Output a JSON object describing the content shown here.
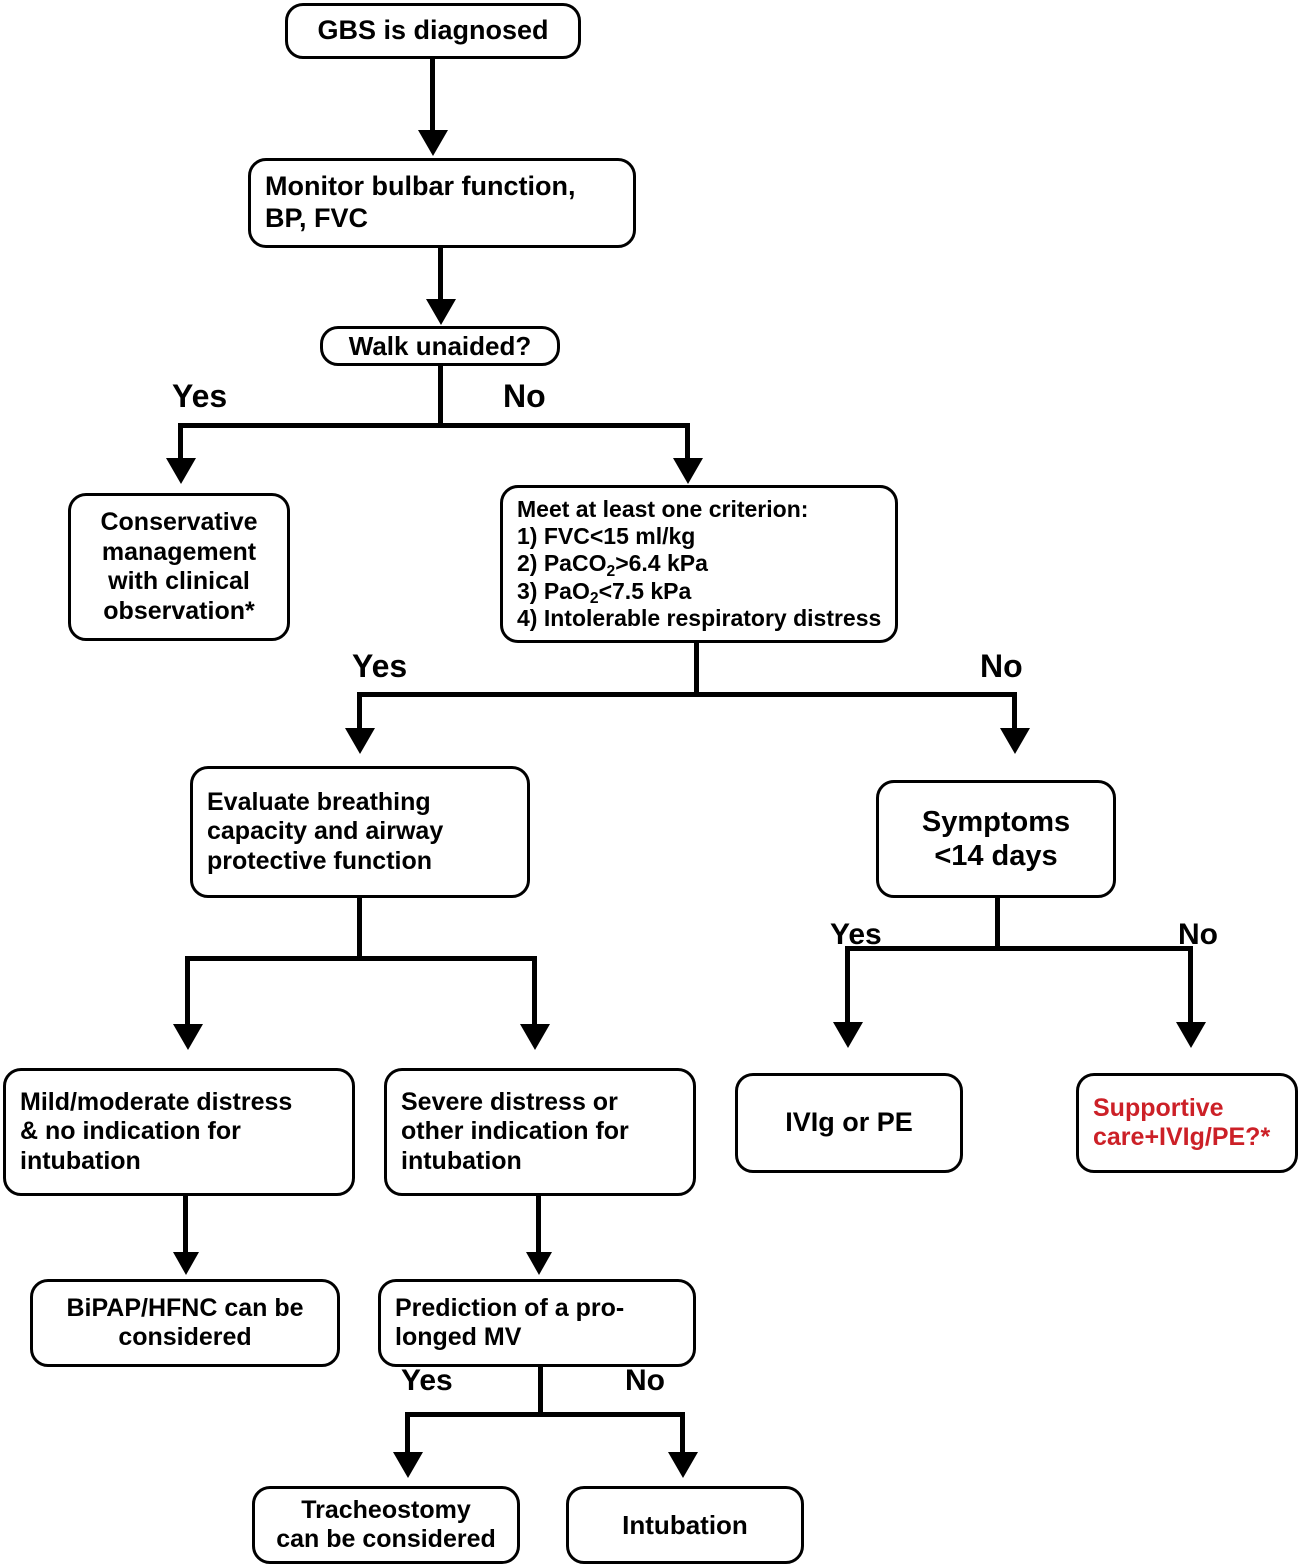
{
  "diagram": {
    "title": "GBS respiratory management decision flowchart",
    "colors": {
      "stroke": "#000000",
      "background": "#ffffff",
      "text": "#000000",
      "highlight_red": "#CC2027"
    },
    "nodes": {
      "gbs_diagnosed": "GBS is diagnosed",
      "monitor": "Monitor bulbar function,\nBP, FVC",
      "walk_unaided": "Walk unaided?",
      "conservative": "Conservative\nmanagement\nwith clinical\nobservation*",
      "criteria_heading": "Meet at least one criterion:",
      "criteria_1": "1) FVC<15 ml/kg",
      "criteria_2_pre": "2) PaCO",
      "criteria_2_sub": "2",
      "criteria_2_post": ">6.4 kPa",
      "criteria_3_pre": "3) PaO",
      "criteria_3_sub": "2",
      "criteria_3_post": "<7.5 kPa",
      "criteria_4": "4) Intolerable respiratory distress",
      "evaluate_breathing": "Evaluate breathing\ncapacity and airway\nprotective function",
      "symptoms_14_days": "Symptoms\n<14 days",
      "mild_moderate": "Mild/moderate distress\n& no indication for\nintubation",
      "severe_distress": "Severe distress or\nother indication for\nintubation",
      "ivig_or_pe": "IVIg or PE",
      "supportive_care": "Supportive\ncare+IVIg/PE?*",
      "bipap_hfnc": "BiPAP/HFNC can be\nconsidered",
      "prediction_mv": "Prediction of a pro-\nlonged MV",
      "tracheostomy": "Tracheostomy\ncan be considered",
      "intubation": "Intubation"
    },
    "edge_labels": {
      "walk_yes": "Yes",
      "walk_no": "No",
      "criteria_yes": "Yes",
      "criteria_no": "No",
      "symptoms_yes": "Yes",
      "symptoms_no": "No",
      "mv_yes": "Yes",
      "mv_no": "No"
    }
  }
}
